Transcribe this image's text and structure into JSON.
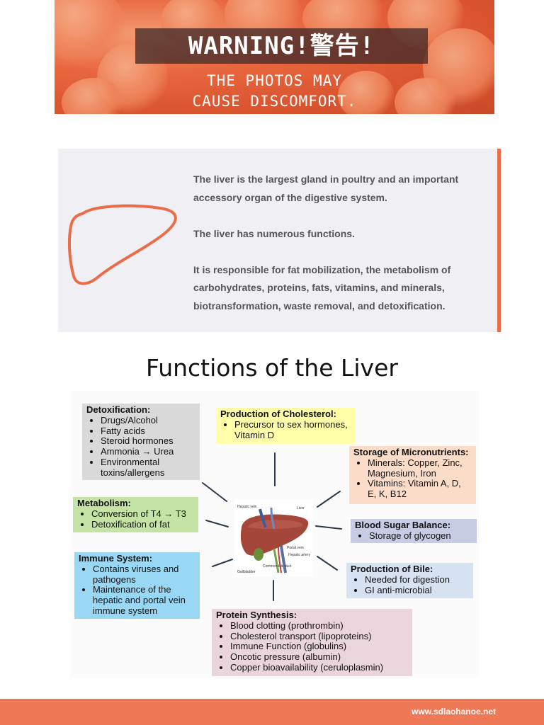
{
  "banner": {
    "title": "WARNING!警告!",
    "line1": "THE PHOTOS MAY",
    "line2": "CAUSE DISCOMFORT."
  },
  "info": {
    "paragraph1": "The liver is the largest gland in poultry and an important accessory organ of the digestive system.",
    "paragraph2": "The liver has numerous functions.",
    "paragraph3": "It is responsible for fat mobilization, the metabolism of carbohydrates, proteins, fats, vitamins, and minerals, biotransformation, waste removal, and detoxification."
  },
  "diagram": {
    "title": "Functions of the Liver",
    "detox": {
      "title": "Detoxification:",
      "items": [
        "Drugs/Alcohol",
        "Fatty acids",
        "Steroid hormones",
        "Ammonia → Urea",
        "Environmental toxins/allergens"
      ]
    },
    "cholesterol": {
      "title": "Production of Cholesterol:",
      "items": [
        "Precursor to sex hormones, Vitamin D"
      ]
    },
    "micronutrients": {
      "title": "Storage of Micronutrients:",
      "items": [
        "Minerals: Copper, Zinc, Magnesium, Iron",
        "Vitamins: Vitamin A, D, E, K, B12"
      ]
    },
    "metabolism": {
      "title": "Metabolism:",
      "items": [
        "Conversion of T4 → T3",
        "Detoxification of fat"
      ]
    },
    "blood_sugar": {
      "title": "Blood Sugar Balance:",
      "items": [
        "Storage of glycogen"
      ]
    },
    "immune": {
      "title": "Immune System:",
      "items": [
        "Contains viruses and pathogens",
        "Maintenance of the hepatic and portal vein immune system"
      ]
    },
    "bile": {
      "title": "Production of Bile:",
      "items": [
        "Needed for digestion",
        "GI anti-microbial"
      ]
    },
    "protein": {
      "title": "Protein Synthesis:",
      "items": [
        "Blood clotting (prothrombin)",
        "Cholesterol transport (lipoproteins)",
        "Immune Function (globulins)",
        "Oncotic pressure (albumin)",
        "Copper bioavailability (ceruloplasmin)"
      ]
    },
    "anatomy_labels": {
      "hepatic_vein": "Hepatic vein",
      "liver": "Liver",
      "portal_vein": "Portal vein",
      "hepatic_artery": "Hepatic artery",
      "common_bile_duct": "Common bile duct",
      "gallbladder": "Gallbladder"
    }
  },
  "footer": {
    "url": "www.sdlaohanoe.net"
  },
  "colors": {
    "accent": "#ea6c48",
    "footer": "#ef7957",
    "panel": "#f0f0f4"
  }
}
